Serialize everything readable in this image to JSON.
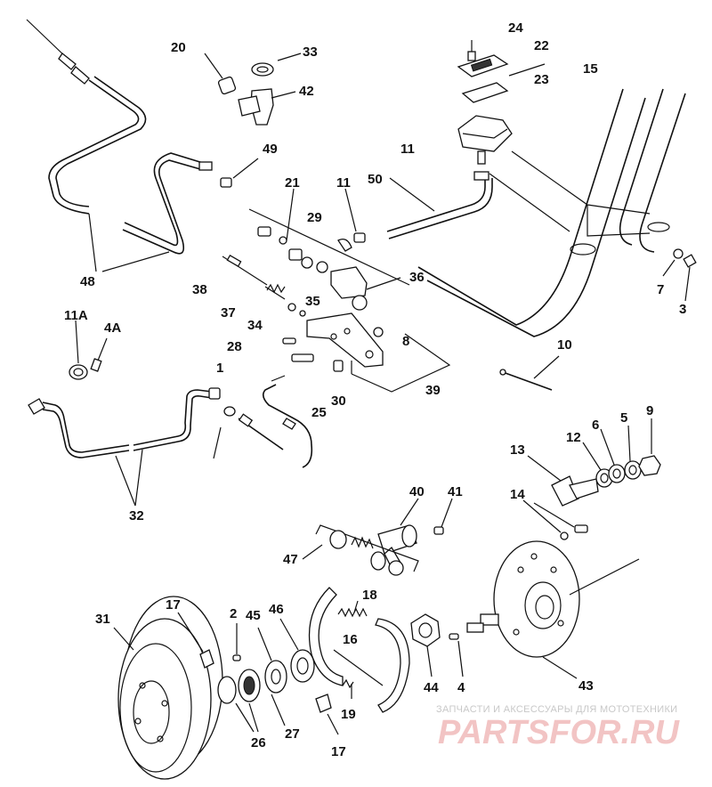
{
  "labels": {
    "p1": "1",
    "p2": "2",
    "p3": "3",
    "p4": "4",
    "p4A": "4A",
    "p5": "5",
    "p6": "6",
    "p7": "7",
    "p8": "8",
    "p9": "9",
    "p10": "10",
    "p11a": "11",
    "p11b": "11",
    "p11A": "11A",
    "p12": "12",
    "p13": "13",
    "p14": "14",
    "p15": "15",
    "p16": "16",
    "p17a": "17",
    "p17b": "17",
    "p18": "18",
    "p19": "19",
    "p20": "20",
    "p21": "21",
    "p22": "22",
    "p23": "23",
    "p24": "24",
    "p25": "25",
    "p26": "26",
    "p27": "27",
    "p28": "28",
    "p29": "29",
    "p30": "30",
    "p31": "31",
    "p32": "32",
    "p33": "33",
    "p34": "34",
    "p35": "35",
    "p36": "36",
    "p37": "37",
    "p38": "38",
    "p39": "39",
    "p40": "40",
    "p41": "41",
    "p42": "42",
    "p43": "43",
    "p44": "44",
    "p45": "45",
    "p46": "46",
    "p47": "47",
    "p48": "48",
    "p49": "49",
    "p50": "50"
  },
  "watermark": {
    "caption": "ЗАПЧАСТИ И АКСЕССУАРЫ ДЛЯ МОТОТЕХНИКИ",
    "logo": "PARTSFOR.RU"
  }
}
